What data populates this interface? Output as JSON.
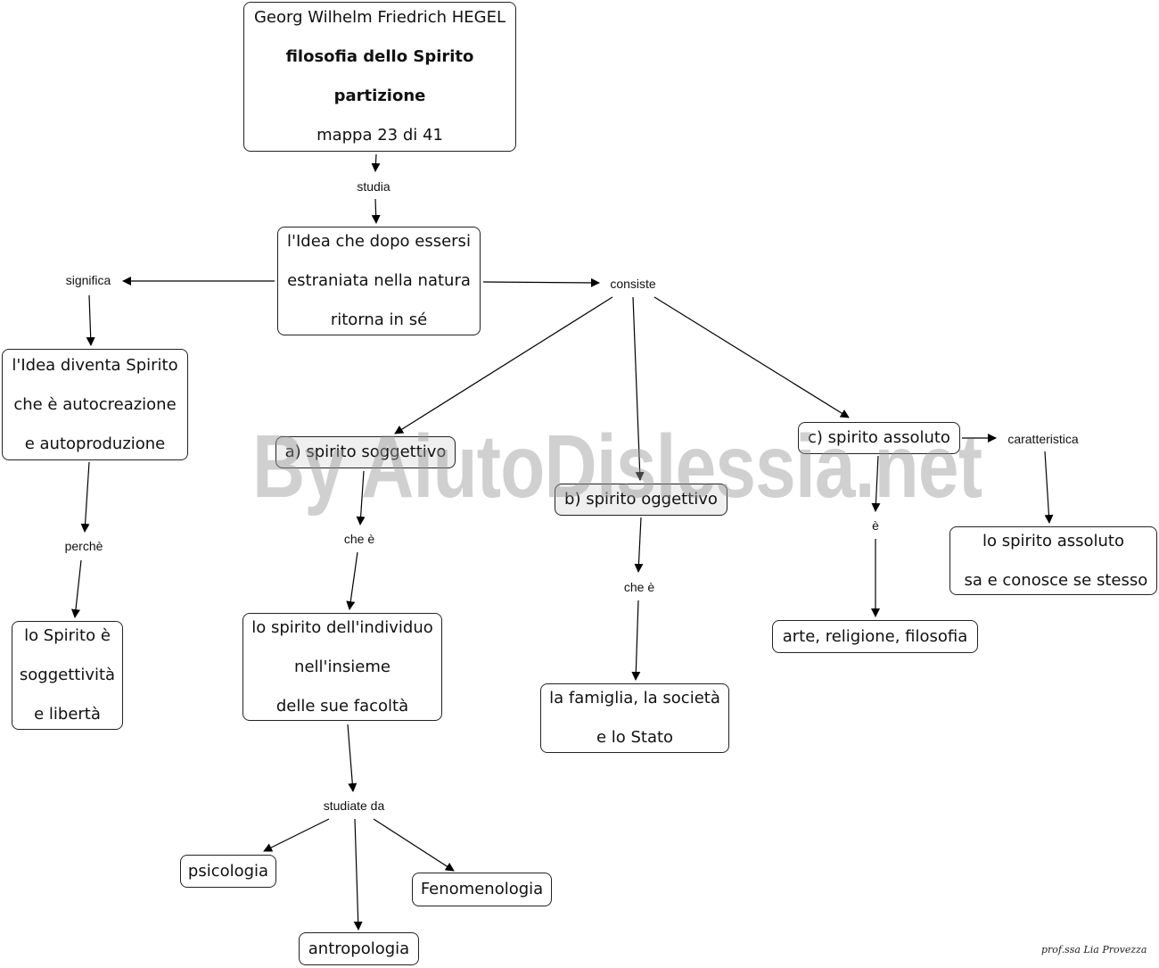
{
  "nodes": {
    "hegel": {
      "line1": "Georg Wilhelm Friedrich HEGEL",
      "line2": "filosofia dello Spirito",
      "line3": "partizione",
      "line4": "mappa 23 di 41"
    },
    "idea_ritorno": {
      "line1": "l'Idea che dopo essersi",
      "line2": "estraniata nella natura",
      "line3": "ritorna in sé"
    },
    "idea_spirito": {
      "line1": "l'Idea diventa Spirito",
      "line2": "che è autocreazione",
      "line3": "e autoproduzione"
    },
    "spirito_soggettivita": {
      "line1": "lo Spirito è",
      "line2": "soggettività",
      "line3": "e libertà"
    },
    "spirito_soggettivo": {
      "label": "a) spirito soggettivo"
    },
    "spirito_oggettivo": {
      "label": "b) spirito oggettivo"
    },
    "spirito_assoluto": {
      "label": "c) spirito assoluto"
    },
    "individuo": {
      "line1": "lo spirito dell'individuo",
      "line2": "nell'insieme",
      "line3": "delle sue facoltà"
    },
    "famiglia": {
      "line1": "la famiglia, la società",
      "line2": "e lo Stato"
    },
    "arte": {
      "label": "arte, religione, filosofia"
    },
    "conosce": {
      "line1": "lo spirito assoluto",
      "line2": " sa e conosce se stesso"
    },
    "psicologia": {
      "label": "psicologia"
    },
    "antropologia": {
      "label": "antropologia"
    },
    "fenomenologia": {
      "label": "Fenomenologia"
    }
  },
  "links": {
    "studia": "studia",
    "significa": "significa",
    "consiste": "consiste",
    "perche": "perchè",
    "che_e_1": "che è",
    "che_e_2": "che è",
    "e": "è",
    "caratteristica": "caratteristica",
    "studiate_da": "studiate da"
  },
  "watermark": "By AiutoDislessia.net",
  "credit": "prof.ssa Lia Provezza"
}
